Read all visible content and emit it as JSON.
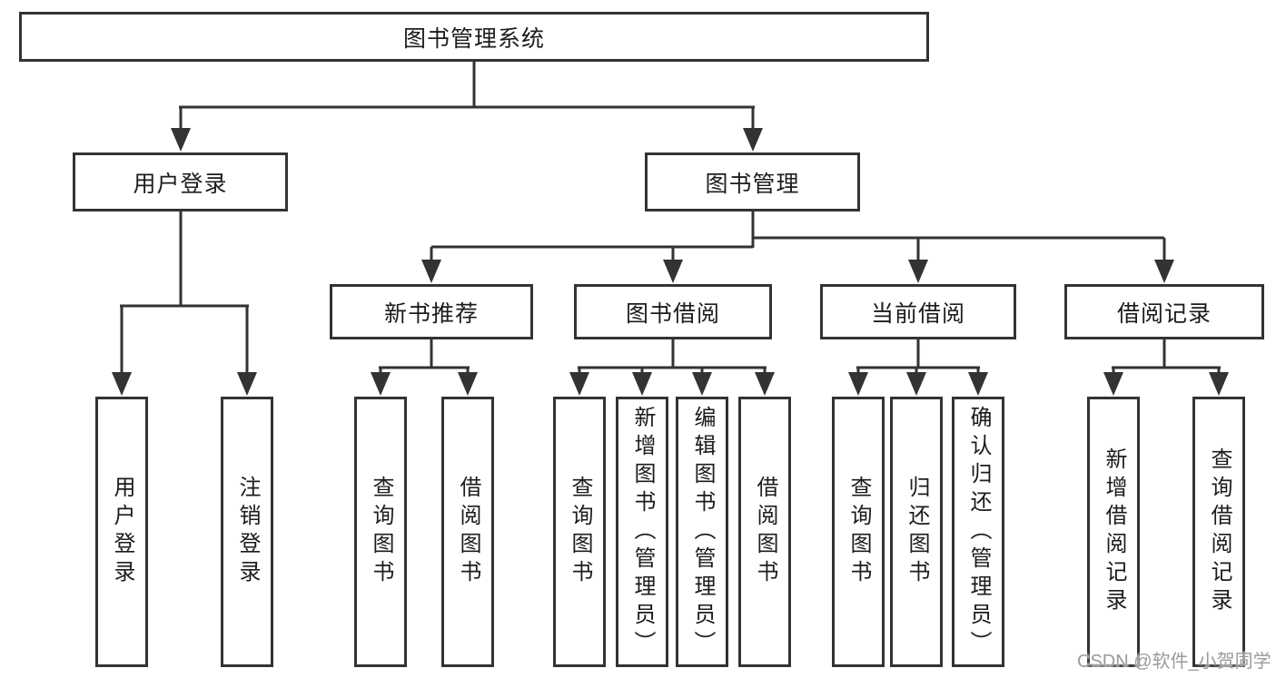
{
  "diagram": {
    "root": {
      "label": "图书管理系统"
    },
    "branches": [
      {
        "label": "用户登录",
        "children": [
          {
            "label": "用户登录"
          },
          {
            "label": "注销登录"
          }
        ]
      },
      {
        "label": "图书管理",
        "children": [
          {
            "label": "新书推荐",
            "children": [
              {
                "label": "查询图书"
              },
              {
                "label": "借阅图书"
              }
            ]
          },
          {
            "label": "图书借阅",
            "children": [
              {
                "label": "查询图书"
              },
              {
                "label": "新增图书（管理员）"
              },
              {
                "label": "编辑图书（管理员）"
              },
              {
                "label": "借阅图书"
              }
            ]
          },
          {
            "label": "当前借阅",
            "children": [
              {
                "label": "查询图书"
              },
              {
                "label": "归还图书"
              },
              {
                "label": "确认归还（管理员）"
              }
            ]
          },
          {
            "label": "借阅记录",
            "children": [
              {
                "label": "新增借阅记录"
              },
              {
                "label": "查询借阅记录"
              }
            ]
          }
        ]
      }
    ]
  },
  "watermark": "CSDN @软件_小贺同学",
  "colors": {
    "line": "#333333",
    "text": "#1c1c1c",
    "watermark": "#9a9a9a",
    "background": "#ffffff"
  }
}
